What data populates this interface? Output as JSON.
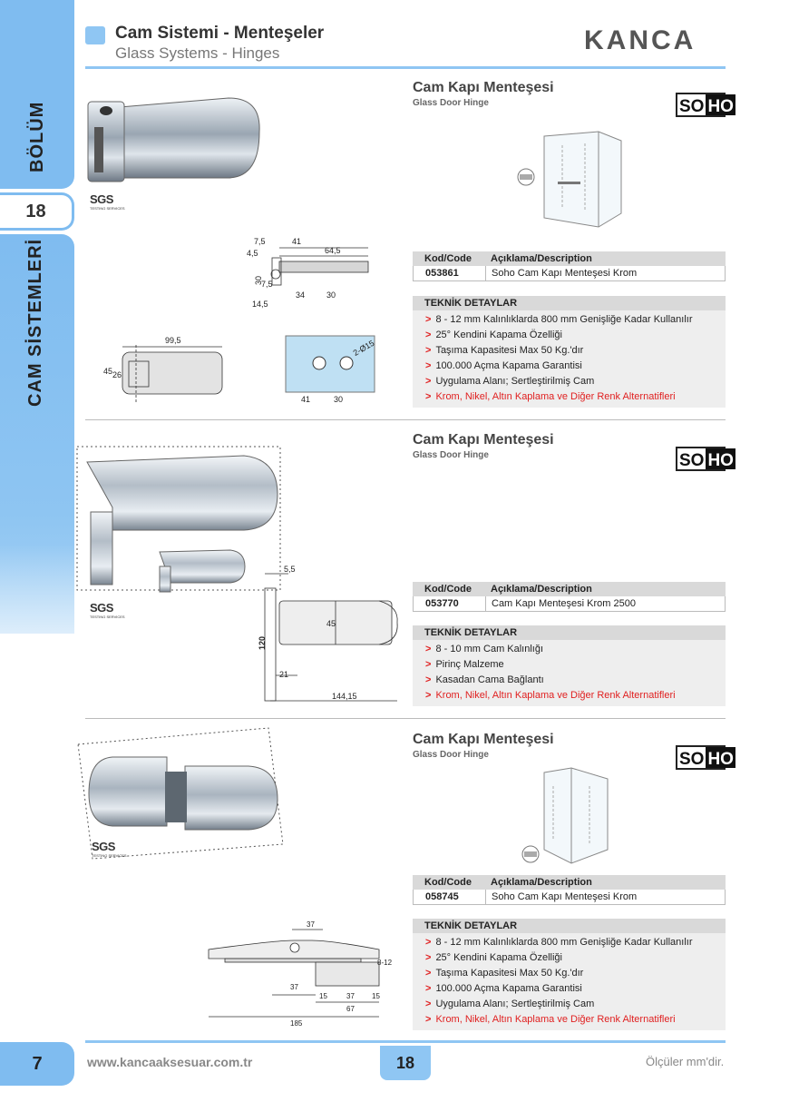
{
  "sidebar": {
    "section_label": "BÖLÜM",
    "section_number": "18",
    "category_label": "CAM SİSTEMLERİ",
    "page_number": "7"
  },
  "header": {
    "title": "Cam Sistemi - Menteşeler",
    "subtitle": "Glass Systems - Hinges",
    "brand": "KANCA"
  },
  "products": [
    {
      "title": "Cam Kapı Menteşesi",
      "subtitle": "Glass Door Hinge",
      "series_logo": [
        "SO",
        "HO"
      ],
      "certification": "SGS",
      "table_headers": [
        "Kod/Code",
        "Açıklama/Description"
      ],
      "code": "053861",
      "description": "Soho Cam Kapı Menteşesi Krom",
      "tech_title": "TEKNİK DETAYLAR",
      "tech": [
        "8 - 12 mm Kalınlıklarda 800 mm Genişliğe Kadar Kullanılır",
        "25° Kendini Kapama Özelliği",
        "Taşıma Kapasitesi Max 50 Kg.'dır",
        "100.000 Açma Kapama Garantisi",
        "Uygulama Alanı; Sertleştirilmiş Cam",
        "Krom, Nikel, Altın Kaplama ve Diğer Renk Alternatifleri"
      ],
      "dims": {
        "a": "7,5",
        "b": "41",
        "c": "4,5",
        "d": "64,5",
        "e": "30",
        "f": "7,5",
        "g": "34",
        "h": "30",
        "i": "14,5",
        "j": "99,5",
        "k": "45",
        "l": "26",
        "m": "2-Ø15",
        "n": "41",
        "o": "30"
      }
    },
    {
      "title": "Cam Kapı Menteşesi",
      "subtitle": "Glass Door Hinge",
      "series_logo": [
        "SO",
        "HO"
      ],
      "certification": "SGS",
      "table_headers": [
        "Kod/Code",
        "Açıklama/Description"
      ],
      "code": "053770",
      "description": "Cam Kapı Menteşesi Krom 2500",
      "tech_title": "TEKNİK DETAYLAR",
      "tech": [
        "8 - 10 mm Cam Kalınlığı",
        "Pirinç Malzeme",
        "Kasadan Cama Bağlantı",
        "Krom, Nikel, Altın Kaplama ve Diğer Renk Alternatifleri"
      ],
      "dims": {
        "a": "5,5",
        "b": "45",
        "c": "120",
        "d": "21",
        "e": "144,15"
      }
    },
    {
      "title": "Cam Kapı Menteşesi",
      "subtitle": "Glass Door Hinge",
      "series_logo": [
        "SO",
        "HO"
      ],
      "certification": "SGS",
      "table_headers": [
        "Kod/Code",
        "Açıklama/Description"
      ],
      "code": "058745",
      "description": "Soho Cam Kapı Menteşesi Krom",
      "tech_title": "TEKNİK DETAYLAR",
      "tech": [
        "8 - 12 mm Kalınlıklarda 800 mm Genişliğe Kadar Kullanılır",
        "25° Kendini Kapama Özelliği",
        "Taşıma Kapasitesi Max 50 Kg.'dır",
        "100.000 Açma Kapama Garantisi",
        "Uygulama Alanı; Sertleştirilmiş Cam",
        "Krom, Nikel, Altın Kaplama ve Diğer Renk Alternatifleri"
      ],
      "dims": {
        "a": "37",
        "b": "8-12",
        "c": "37",
        "d": "15",
        "e": "37",
        "f": "15",
        "g": "67",
        "h": "185"
      }
    }
  ],
  "footer": {
    "url": "www.kancaaksesuar.com.tr",
    "page": "18",
    "note": "Ölçüler mm'dir."
  },
  "colors": {
    "accent": "#8fc6f3",
    "highlight_red": "#e02020",
    "table_header": "#d9d9d9"
  }
}
